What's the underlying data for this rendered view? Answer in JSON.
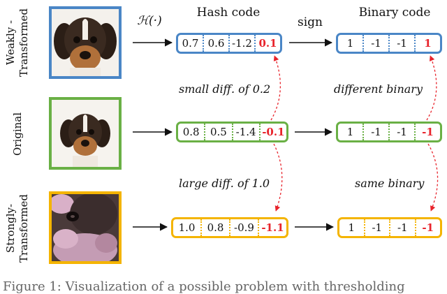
{
  "rows": [
    {
      "key": "weak",
      "label_lines": [
        "Weakly -",
        "Transformed"
      ],
      "color": "#4a86c6",
      "hash": [
        "0.7",
        "0.6",
        "-1.2",
        "0.1"
      ],
      "binary": [
        "1",
        "-1",
        "-1",
        "1"
      ],
      "highlight_index": 3
    },
    {
      "key": "orig",
      "label_lines": [
        "Original"
      ],
      "color": "#6ab045",
      "hash": [
        "0.8",
        "0.5",
        "-1.4",
        "-0.1"
      ],
      "binary": [
        "1",
        "-1",
        "-1",
        "-1"
      ],
      "highlight_index": 3
    },
    {
      "key": "strong",
      "label_lines": [
        "Strongly-",
        "Transformed"
      ],
      "color": "#f4b400",
      "hash": [
        "1.0",
        "0.8",
        "-0.9",
        "-1.1"
      ],
      "binary": [
        "1",
        "-1",
        "-1",
        "-1"
      ],
      "highlight_index": 3
    }
  ],
  "headers": {
    "func_label": "ℋ(·)",
    "hash_code": "Hash code",
    "sign": "sign",
    "binary_code": "Binary code"
  },
  "notes": {
    "small_diff": "small diff. of 0.2",
    "large_diff": "large diff. of 1.0",
    "different_binary": "different binary",
    "same_binary": "same binary"
  },
  "colors": {
    "highlight": "#e8242c",
    "dashed_arrow": "#e8242c",
    "arrow": "#111111"
  },
  "caption": "Figure 1: Visualization of a possible problem with thresholding"
}
